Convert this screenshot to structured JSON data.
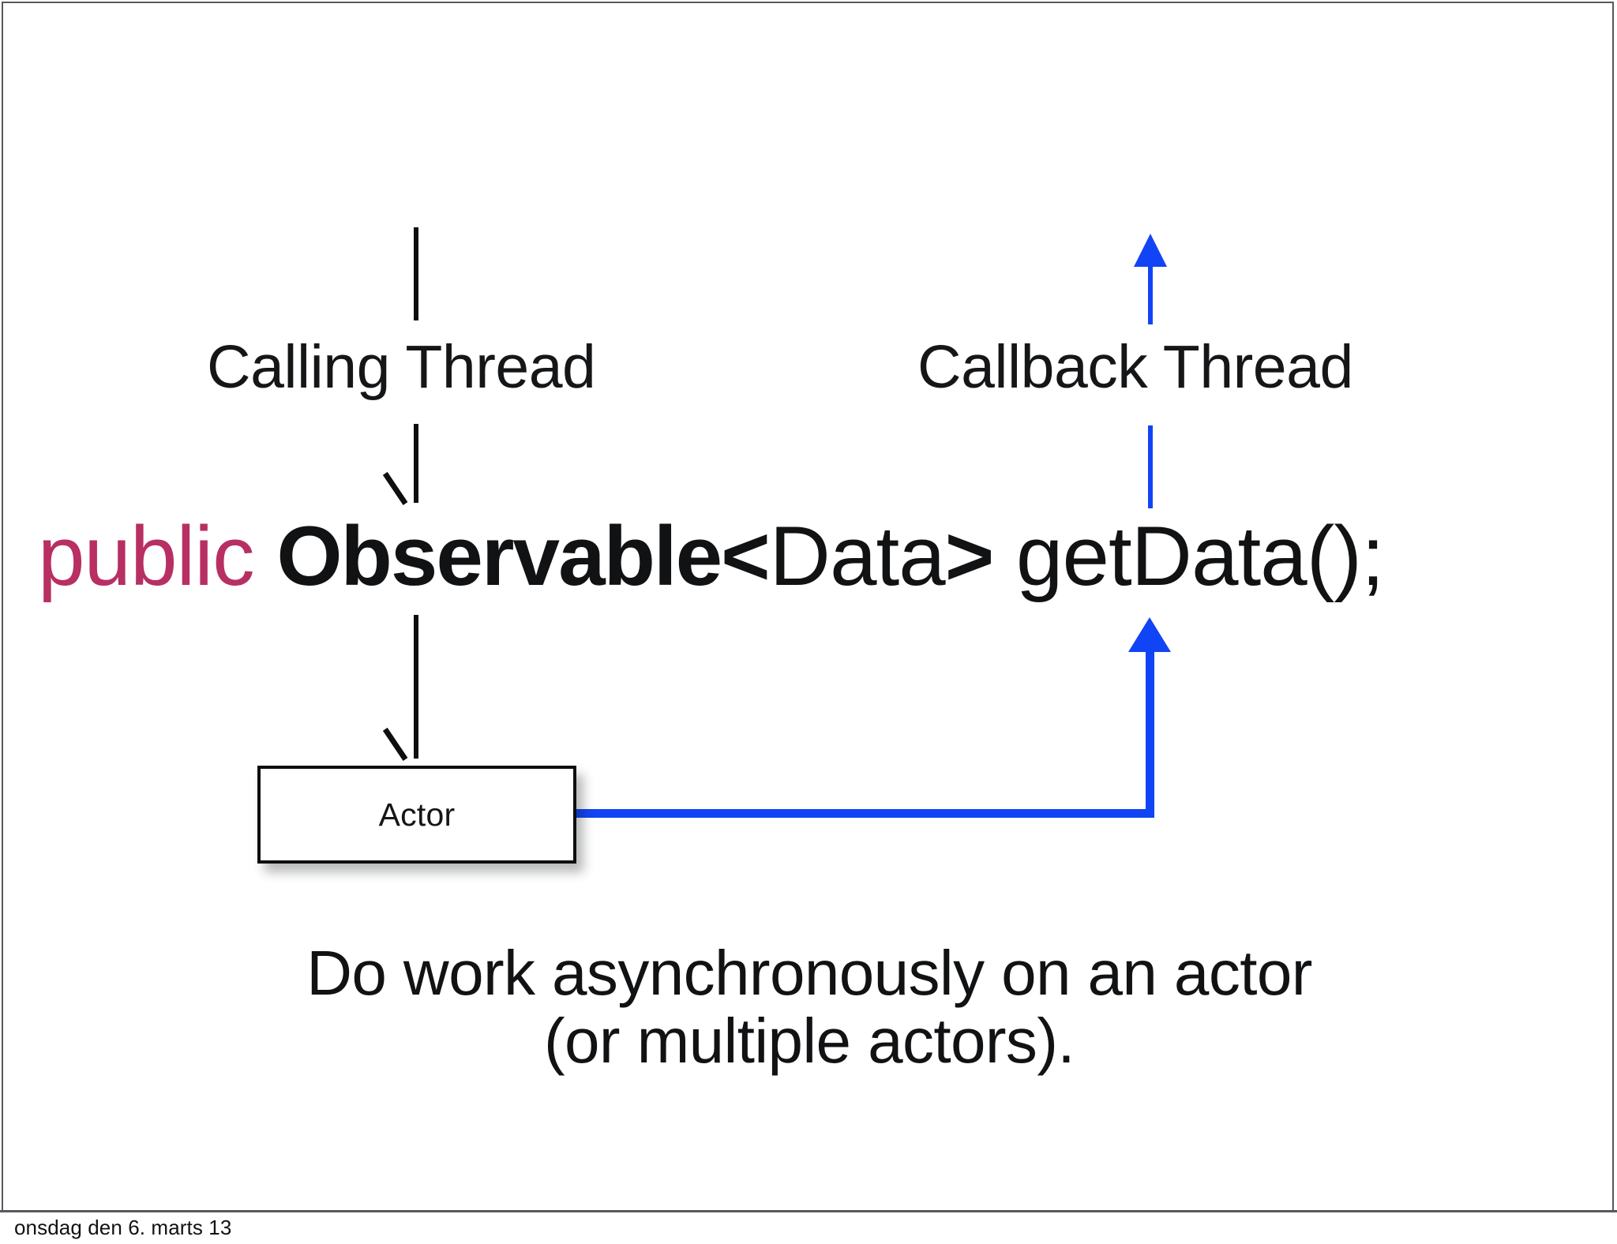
{
  "slide": {
    "background_color": "#ffffff",
    "border_color": "#55585c",
    "footer": {
      "text": "onsdag den 6. marts 13"
    }
  },
  "diagram": {
    "title_labels": {
      "calling_thread": "Calling Thread",
      "callback_thread": "Callback Thread"
    },
    "code_signature": {
      "keyword": "public",
      "keyword_color": "#B72F63",
      "type": "Observable",
      "open_angle": "<",
      "generic_param": "Data",
      "close_angle": ">",
      "method": " getData();",
      "text_color": "#111214"
    },
    "actor_box": {
      "label": "Actor",
      "border_color": "#0d0e10",
      "fill_color": "#ffffff"
    },
    "arrows": {
      "calling_thread_color": "#0d0e10",
      "callback_thread_color": "#1144f5",
      "calling_direction": "down",
      "callback_direction": "up"
    }
  },
  "caption": {
    "line1": "Do work asynchronously on an actor",
    "line2": "(or multiple actors)."
  }
}
